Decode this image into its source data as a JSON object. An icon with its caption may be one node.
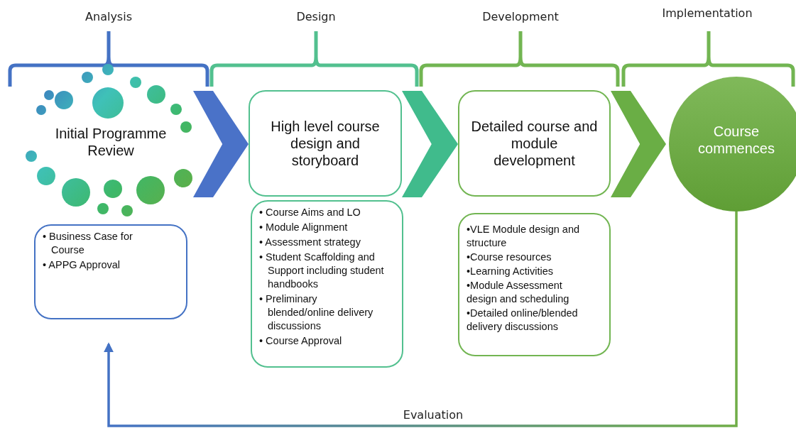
{
  "diagram": {
    "nodes": [
      {
        "text": [
          "Initial Programme Review"
        ]
      },
      {
        "text": [
          "High level course design and storyboard"
        ]
      },
      {
        "text": [
          "Detailed course and module development"
        ]
      },
      {
        "text": [
          "Course commences"
        ]
      },
      {
        "text": [
          "• Business Case for Course",
          "• APPG Approval"
        ]
      },
      {
        "text": [
          "• Course Aims and LO",
          "• Module Alignment",
          "• Assessment strategy",
          "• Student Scaffolding and Support including student handbooks",
          "• Preliminary blended/online delivery discussions",
          "• Course Approval"
        ]
      },
      {
        "text": [
          "•VLE Module design and structure",
          "•Course resources",
          "•Learning Activities",
          "•Module Assessment design and scheduling",
          "•Detailed online/blended delivery discussions"
        ]
      }
    ],
    "edges": [
      {
        "from": 0,
        "to": 1,
        "arrow": "to",
        "style": "thick",
        "color": "#4a72c8"
      },
      {
        "from": 1,
        "to": 2,
        "arrow": "to",
        "style": "thick",
        "color": "#40bb8c"
      },
      {
        "from": 2,
        "to": 3,
        "arrow": "to",
        "style": "thick",
        "color": "#6aae45"
      },
      {
        "from": 3,
        "to": 4,
        "arrow": "to",
        "label": "Evaluation"
      }
    ],
    "labels": [
      "Analysis",
      "Design",
      "Development",
      "Implementation"
    ]
  }
}
